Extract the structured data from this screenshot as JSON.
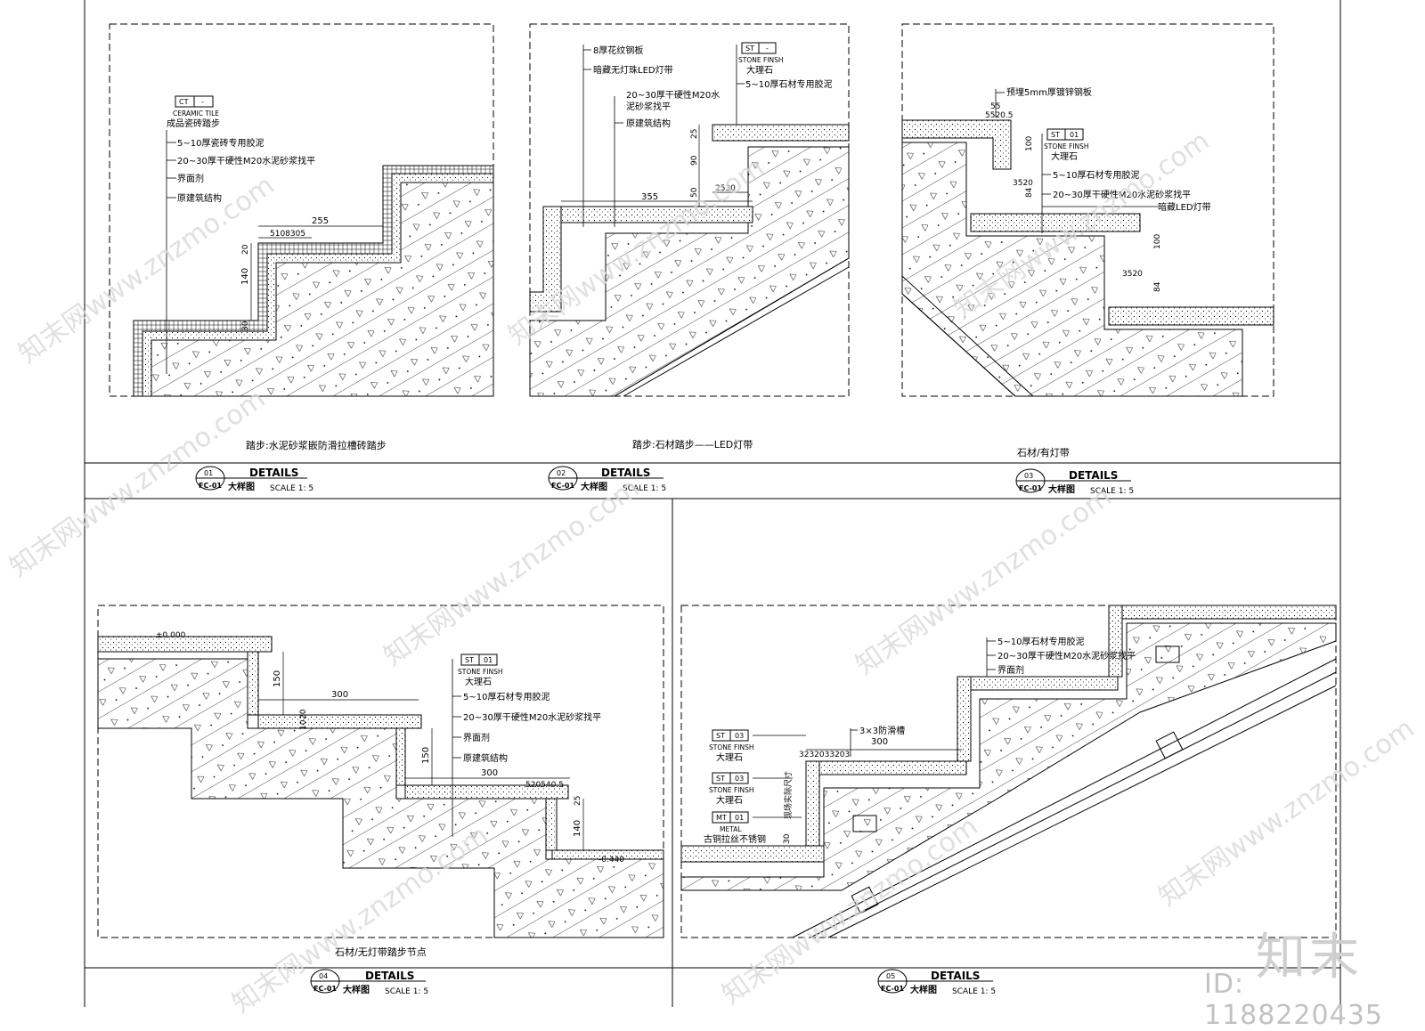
{
  "details": [
    {
      "num": "01",
      "ref": "FC-01",
      "title": "DETAILS",
      "subtitle": "大样图",
      "scale": "SCALE  1: 5",
      "caption": "踏步:水泥砂浆嵌防滑拉槽砖踏步",
      "tag": {
        "code": "CT",
        "dash": "-",
        "label_en": "CERAMIC TILE",
        "label_cn": "成品瓷砖踏步"
      },
      "notes": [
        "5~10厚瓷砖专用胶泥",
        "20~30厚干硬性M20水泥砂浆找平",
        "界面剂",
        "原建筑结构"
      ],
      "dims": [
        "255",
        "5108305",
        "140",
        "30",
        "20"
      ]
    },
    {
      "num": "02",
      "ref": "FC-01",
      "title": "DETAILS",
      "subtitle": "大样图",
      "scale": "SCALE  1: 5",
      "caption": "踏步:石材踏步——LED灯带",
      "tag": {
        "code": "ST",
        "dash": "-",
        "label_en": "STONE FINSH",
        "label_cn": "大理石"
      },
      "notes_left": [
        "8厚花纹钢板",
        "暗藏无灯珠LED灯带",
        "20~30厚干硬性M20水",
        "泥砂浆找平",
        "原建筑结构"
      ],
      "notes": [
        "5~10厚石材专用胶泥"
      ],
      "dims": [
        "355",
        "25",
        "90",
        "50",
        "2530"
      ]
    },
    {
      "num": "03",
      "ref": "FC-01",
      "title": "DETAILS",
      "subtitle": "大样图",
      "scale": "SCALE  1: 5",
      "caption": "石材/有灯带",
      "tag": {
        "code": "ST",
        "dash": "01",
        "label_en": "STONE FINSH",
        "label_cn": "大理石"
      },
      "notes_top": [
        "预埋5mm厚镀锌钢板"
      ],
      "notes": [
        "5~10厚石材专用胶泥",
        "20~30厚干硬性M20水泥砂浆找平",
        "暗藏LED灯带"
      ],
      "dims": [
        "55",
        "5520.5",
        "100",
        "3520",
        "84",
        "100",
        "3520",
        "84"
      ]
    },
    {
      "num": "04",
      "ref": "FC-01",
      "title": "DETAILS",
      "subtitle": "大样图",
      "scale": "SCALE  1: 5",
      "caption": "石材/无灯带踏步节点",
      "tag": {
        "code": "ST",
        "dash": "01",
        "label_en": "STONE FINSH",
        "label_cn": "大理石"
      },
      "notes": [
        "5~10厚石材专用胶泥",
        "20~30厚干硬性M20水泥砂浆找平",
        "界面剂",
        "原建筑结构"
      ],
      "levels": [
        "±0.000",
        "-0.440"
      ],
      "dims": [
        "150",
        "300",
        "10",
        "20",
        "150",
        "300",
        "520540.5",
        "25",
        "140"
      ]
    },
    {
      "num": "05",
      "ref": "FC-01",
      "title": "DETAILS",
      "subtitle": "大样图",
      "scale": "SCALE  1: 5",
      "caption": "",
      "tags": [
        {
          "code": "ST",
          "dash": "03",
          "label_en": "STONE FINSH",
          "label_cn": "大理石"
        },
        {
          "code": "ST",
          "dash": "03",
          "label_en": "STONE FINSH",
          "label_cn": "大理石"
        },
        {
          "code": "MT",
          "dash": "01",
          "label_en": "METAL",
          "label_cn": "古铜拉丝不锈钢"
        }
      ],
      "notes": [
        "5~10厚石材专用胶泥",
        "20~30厚干硬性M20水泥砂浆找平",
        "界面剂"
      ],
      "notes_extra": [
        "3×3防滑槽",
        "现场实际尺寸"
      ],
      "dims": [
        "300",
        "3232033203",
        "30"
      ]
    }
  ],
  "watermark": "知末网www.znzmo.com",
  "brand": "知末",
  "id_text": "ID: 1188220435"
}
